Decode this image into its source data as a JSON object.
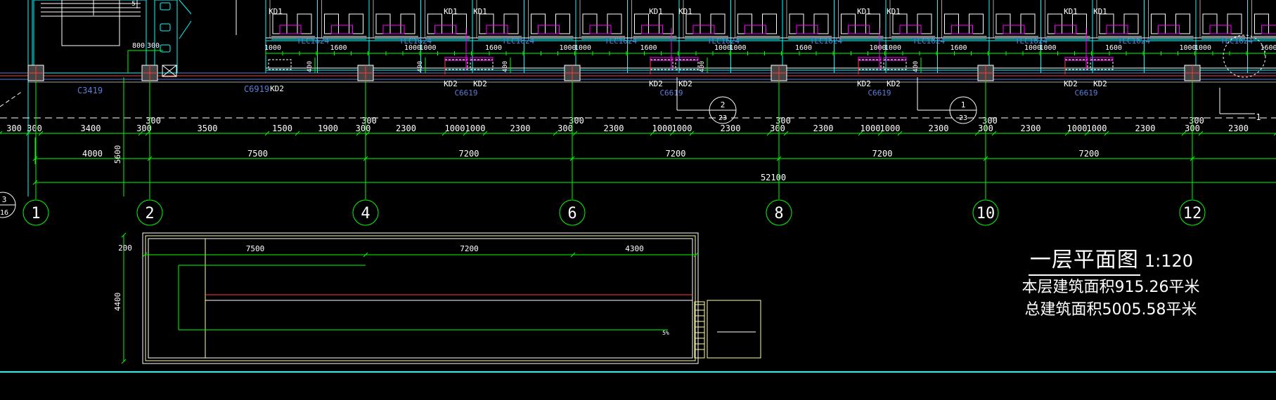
{
  "drawing": {
    "title": "一层平面图",
    "scale": "1:120",
    "floor_area_label": "本层建筑面积915.26平米",
    "total_area_label": "总建筑面积5005.58平米"
  },
  "axes": [
    "1",
    "2",
    "4",
    "6",
    "8",
    "10",
    "12"
  ],
  "dims": {
    "row1": [
      "300",
      "300",
      "3400",
      "300",
      "3500",
      "1500",
      "1900",
      "300",
      "2300",
      "1000",
      "1000",
      "2300",
      "300",
      "2300",
      "1000",
      "1000",
      "2300",
      "300",
      "2300",
      "1000",
      "1000",
      "2300",
      "300",
      "2300",
      "1000",
      "1000",
      "2300",
      "300",
      "2300"
    ],
    "row1_upper": [
      "300",
      "300",
      "300",
      "300",
      "300",
      "300",
      "300"
    ],
    "row2": [
      "4000",
      "7500",
      "7200",
      "7200",
      "7200",
      "7200"
    ],
    "total": "52100",
    "side_vertical": "5600",
    "small_800": "800",
    "small_300": "300",
    "window_sizes": [
      "1000",
      "1600",
      "1000",
      "1000",
      "1600",
      "1000",
      "1000",
      "1600",
      "1000",
      "1000",
      "1600",
      "1000",
      "1000",
      "1600",
      "1000",
      "1000",
      "1600",
      "1000",
      "1000",
      "1600"
    ],
    "pool": [
      "7500",
      "7200",
      "4300"
    ],
    "pool_side": [
      "200",
      "4400"
    ],
    "v400": [
      "400",
      "400",
      "400",
      "400",
      "400"
    ]
  },
  "tags": {
    "kd1": "KD1",
    "kd2": "KD2",
    "c3419": "C3419",
    "c6919": "C6919",
    "c6619": "C6619",
    "tlc": "TLC1624",
    "sections": [
      {
        "num": "2",
        "sheet": "23"
      },
      {
        "num": "1",
        "sheet": "23"
      }
    ],
    "section_mark": "1",
    "left_circle": [
      "3",
      "16"
    ],
    "pool_note": "5%"
  },
  "colors": {
    "bg": "#000000",
    "green": "#00ff00",
    "white": "#ffffff",
    "cyan": "#00ffff",
    "blue": "#5a7fd8",
    "magenta": "#ff00ff",
    "yellow": "#ffff99",
    "red": "#ff3b3b",
    "grey": "#a0a0a0"
  }
}
